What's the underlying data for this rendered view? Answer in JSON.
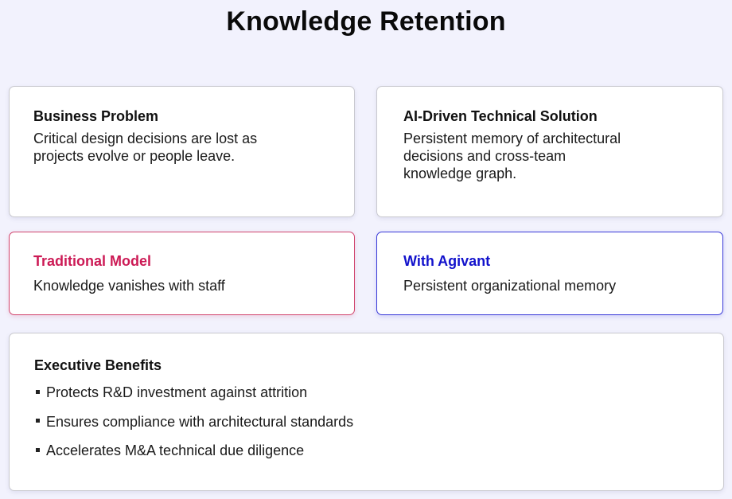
{
  "title": "Knowledge Retention",
  "business_problem": {
    "heading": "Business Problem",
    "text": "Critical design decisions are lost as projects evolve or people leave."
  },
  "technical_solution": {
    "heading": "AI-Driven Technical Solution",
    "text": "Persistent memory of architectural decisions and cross-team knowledge graph."
  },
  "traditional_model": {
    "heading": "Traditional Model",
    "text": "Knowledge vanishes with staff",
    "color": "#cc1a55"
  },
  "with_agivant": {
    "heading": "With Agivant",
    "text": "Persistent organizational memory",
    "color": "#1212cc"
  },
  "executive_benefits": {
    "heading": "Executive Benefits",
    "items": [
      "Protects R&D investment against attrition",
      "Ensures compliance with architectural standards",
      "Accelerates M&A technical due diligence"
    ]
  }
}
